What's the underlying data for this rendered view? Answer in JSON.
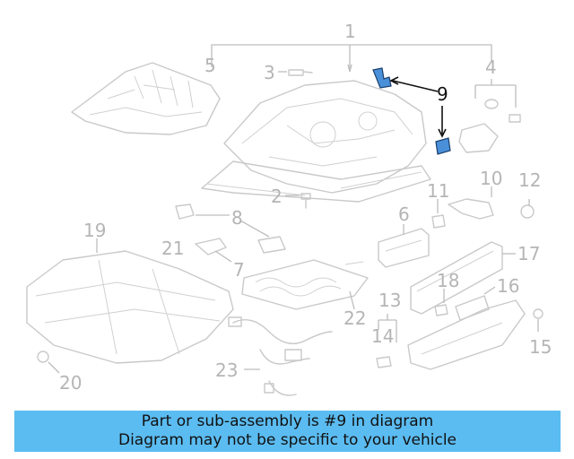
{
  "labels": {
    "l1": "1",
    "l2": "2",
    "l3": "3",
    "l4": "4",
    "l5": "5",
    "l6": "6",
    "l7": "7",
    "l8": "8",
    "l9": "9",
    "l10": "10",
    "l11": "11",
    "l12": "12",
    "l13": "13",
    "l14": "14",
    "l15": "15",
    "l16": "16",
    "l17": "17",
    "l18": "18",
    "l19": "19",
    "l20": "20",
    "l21": "21",
    "l22": "22",
    "l23": "23"
  },
  "highlight": {
    "color": "#4a90d9"
  },
  "footer": {
    "line1": "Part or sub-assembly is #9 in diagram",
    "line2": "Diagram may not be specific to your vehicle",
    "color": "#5bbcf1"
  }
}
